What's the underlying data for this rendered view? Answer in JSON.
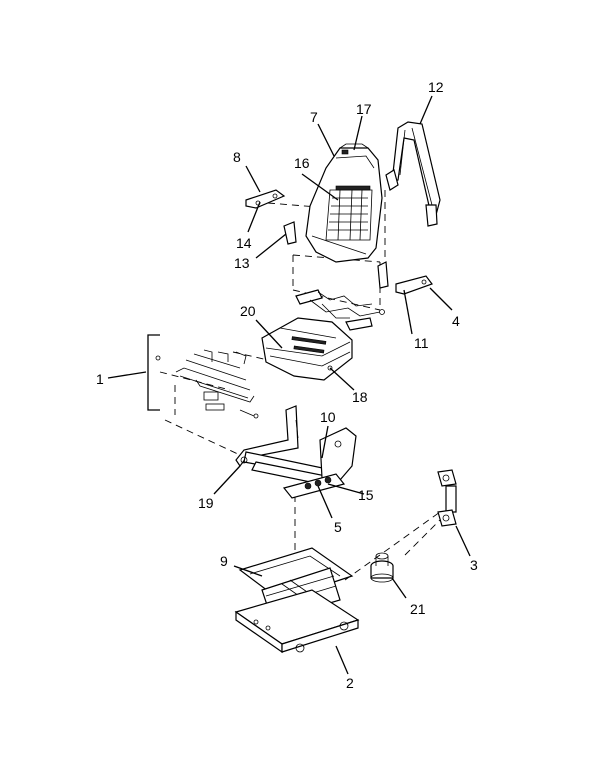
{
  "diagram": {
    "callouts": [
      {
        "id": "c1",
        "label": "1"
      },
      {
        "id": "c2",
        "label": "2"
      },
      {
        "id": "c3",
        "label": "3"
      },
      {
        "id": "c4",
        "label": "4"
      },
      {
        "id": "c5",
        "label": "5"
      },
      {
        "id": "c7",
        "label": "7"
      },
      {
        "id": "c8",
        "label": "8"
      },
      {
        "id": "c9",
        "label": "9"
      },
      {
        "id": "c10",
        "label": "10"
      },
      {
        "id": "c11",
        "label": "11"
      },
      {
        "id": "c12",
        "label": "12"
      },
      {
        "id": "c13",
        "label": "13"
      },
      {
        "id": "c14",
        "label": "14"
      },
      {
        "id": "c15",
        "label": "15"
      },
      {
        "id": "c16",
        "label": "16"
      },
      {
        "id": "c17",
        "label": "17"
      },
      {
        "id": "c18",
        "label": "18"
      },
      {
        "id": "c19",
        "label": "19"
      },
      {
        "id": "c20",
        "label": "20"
      },
      {
        "id": "c21",
        "label": "21"
      }
    ]
  }
}
